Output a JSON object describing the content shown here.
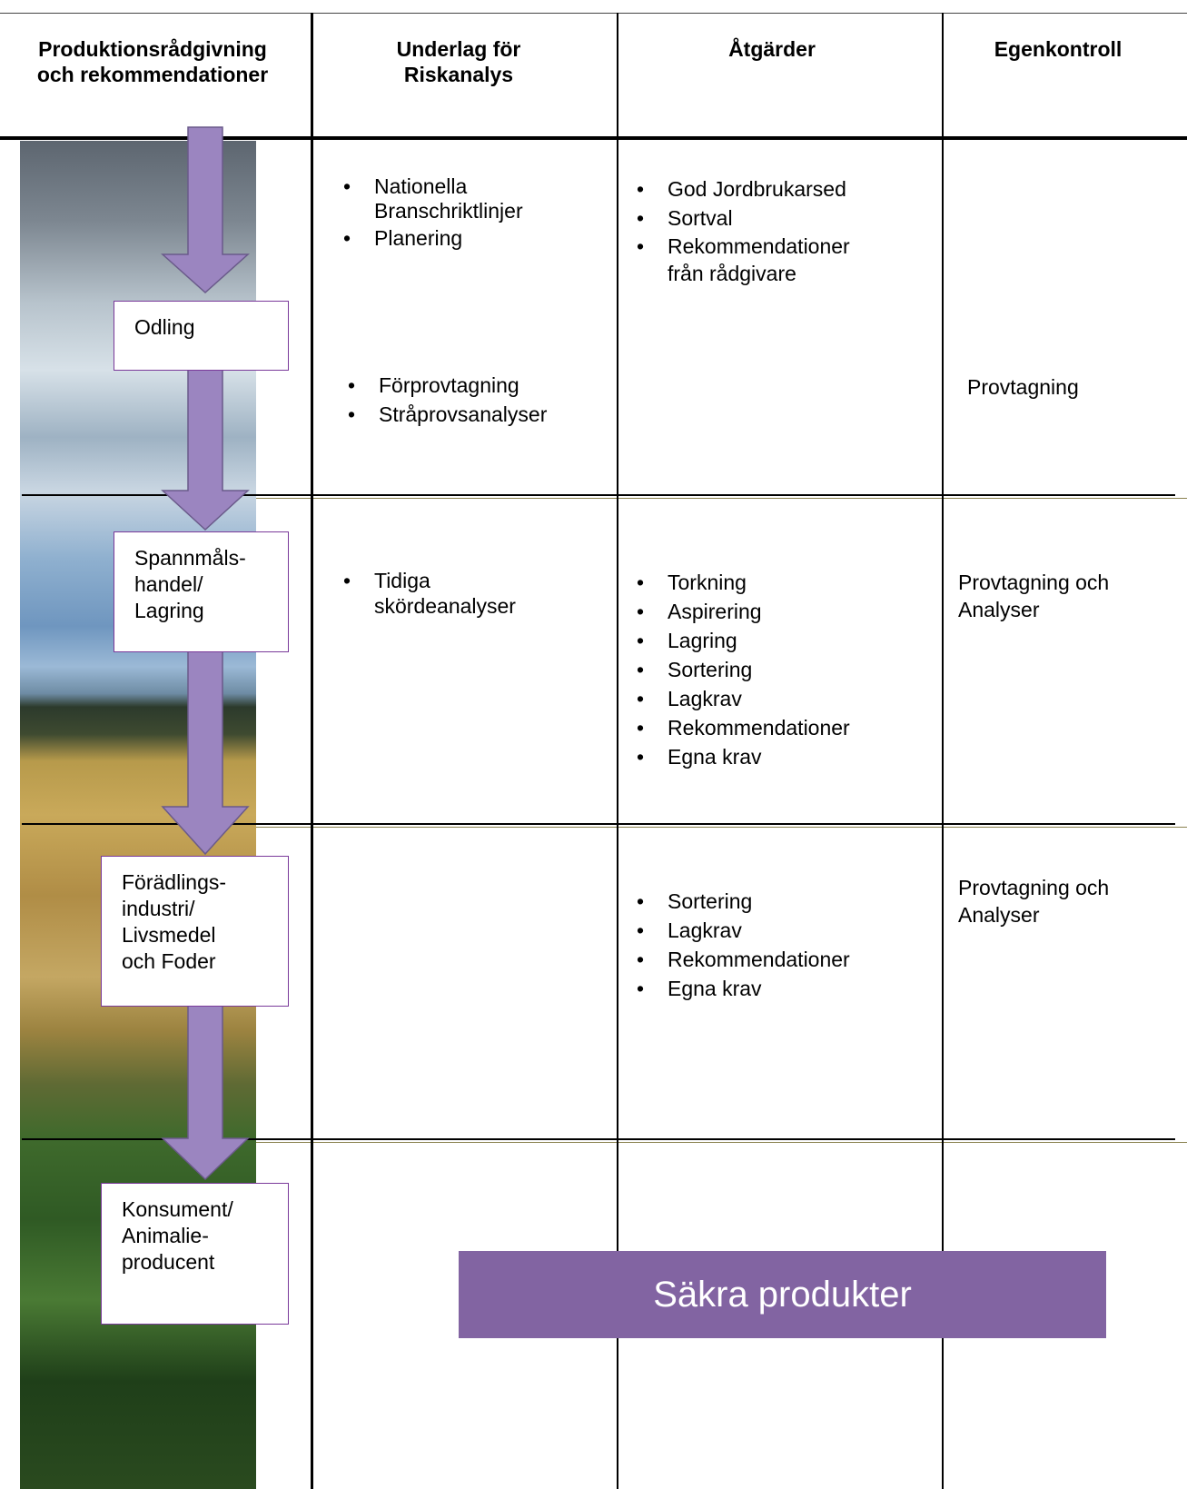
{
  "header": {
    "col1": "Produktionsrådgivning\noch rekommendationer",
    "col2": "Underlag för\nRiskanalys",
    "col3": "Åtgärder",
    "col4": "Egenkontroll"
  },
  "stages": [
    {
      "label": "Odling"
    },
    {
      "label": "Spannmåls-\nhandel/\nLagring"
    },
    {
      "label": "Förädlings-\nindustri/\nLivsmedel\noch Foder"
    },
    {
      "label": "Konsument/\nAnimalie-\nproducent"
    }
  ],
  "underlag": {
    "row1a": [
      "Nationella\nBranschriktlinjer",
      "Planering"
    ],
    "row1b": [
      "Förprovtagning",
      "Stråprovsanalyser"
    ],
    "row2": [
      "Tidiga\nskördeanalyser"
    ]
  },
  "atgarder": {
    "row1": [
      "God  Jordbrukarsed",
      "Sortval",
      "Rekommendationer\nfrån rådgivare"
    ],
    "row2": [
      "Torkning",
      "Aspirering",
      "Lagring",
      "Sortering",
      "Lagkrav",
      "Rekommendationer",
      "Egna krav"
    ],
    "row3": [
      "Sortering",
      "Lagkrav",
      "Rekommendationer",
      "Egna krav"
    ]
  },
  "egenkontroll": {
    "row1": "Provtagning",
    "row2": "Provtagning och\nAnalyser",
    "row3": "Provtagning och\nAnalyser"
  },
  "banner": {
    "label": "Säkra produkter"
  },
  "colors": {
    "arrow": "#9b85c0",
    "box_border": "#7a3a9a",
    "banner": "#8264a2"
  }
}
